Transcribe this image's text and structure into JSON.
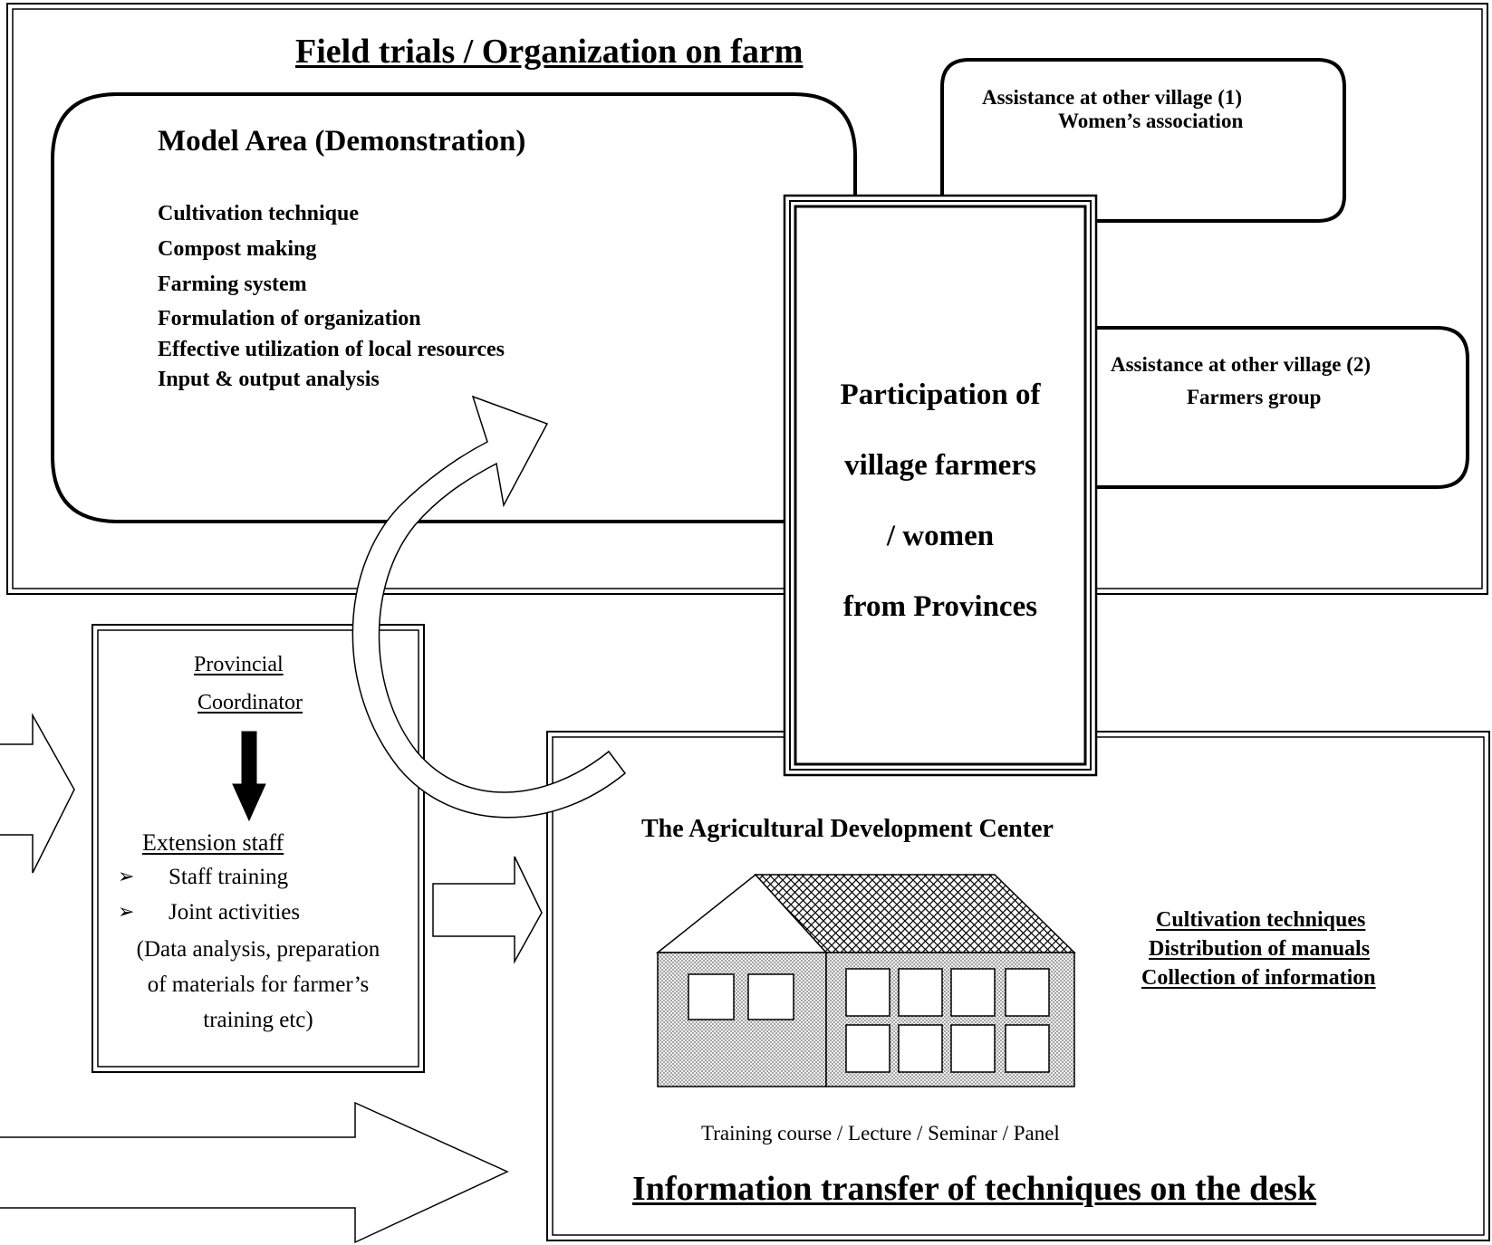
{
  "field_section": {
    "title": "Field trials / Organization on farm"
  },
  "model_area": {
    "title": "Model Area (Demonstration)",
    "items": [
      "Cultivation technique",
      "Compost making",
      "Farming system",
      "Formulation of organization",
      "Effective utilization of local resources",
      "Input & output analysis"
    ]
  },
  "assist1": {
    "line1": "Assistance at other village (1)",
    "line2": "Women’s association"
  },
  "assist2": {
    "line1": "Assistance at other village (2)",
    "line2": "Farmers group"
  },
  "participation": {
    "lines": [
      "Participation of",
      "village farmers",
      "/ women",
      "from Provinces"
    ]
  },
  "coordinator": {
    "line1": "Provincial",
    "line2": "Coordinator",
    "extension_title": "Extension staff",
    "bullets": [
      "Staff training",
      "Joint activities"
    ],
    "note_lines": [
      "(Data analysis, preparation",
      "of materials for farmer’s",
      "training etc)"
    ]
  },
  "center": {
    "title": "The Agricultural Development Center",
    "links": [
      "Cultivation techniques",
      "Distribution of manuals",
      "Collection of information"
    ],
    "training": "Training course / Lecture / Seminar / Panel",
    "footer_title": "Information transfer of techniques on the desk"
  },
  "colors": {
    "line": "#000000",
    "background": "#ffffff",
    "building_fill": "#d9d9d9"
  },
  "icons": {
    "bullet": "➢"
  }
}
